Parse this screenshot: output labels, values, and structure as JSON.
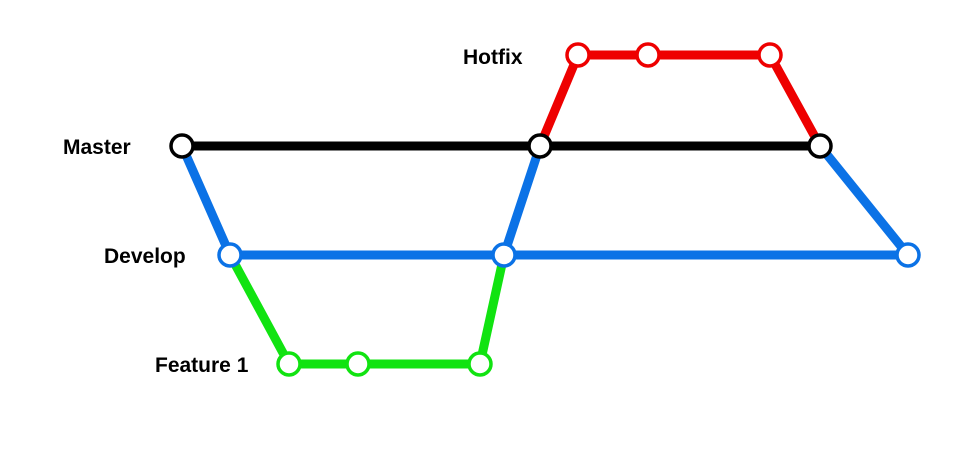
{
  "branches": [
    {
      "id": "hotfix",
      "label": "Hotfix",
      "color": "#ee0000"
    },
    {
      "id": "master",
      "label": "Master",
      "color": "#000000"
    },
    {
      "id": "develop",
      "label": "Develop",
      "color": "#0b72e6"
    },
    {
      "id": "feature",
      "label": "Feature 1",
      "color": "#11e311"
    }
  ]
}
